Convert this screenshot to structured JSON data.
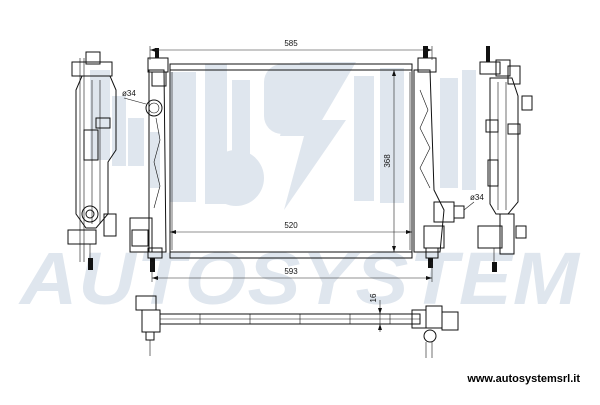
{
  "watermark": {
    "text": "AUTOSYSTEM",
    "color": "#dfe6ee"
  },
  "dimensions": {
    "overall_width": "585",
    "core_width": "520",
    "bottom_width": "593",
    "core_height": "368",
    "thickness": "16",
    "inlet_diameter": "ø34",
    "outlet_diameter": "ø34"
  },
  "footer": {
    "website": "www.autosystemsrl.it"
  }
}
